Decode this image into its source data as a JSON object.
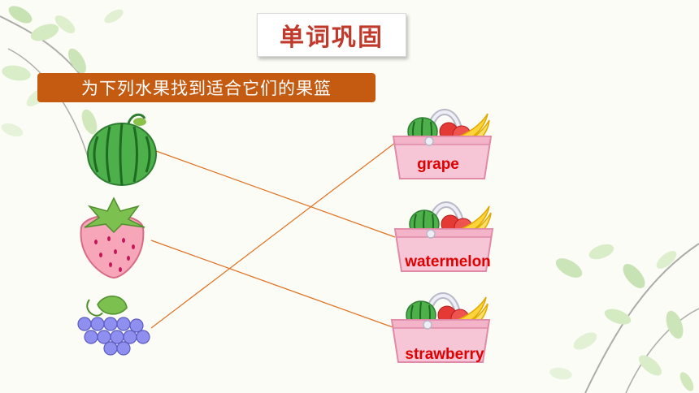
{
  "slide": {
    "title": "单词巩固",
    "instruction": "为下列水果找到适合它们的果篮"
  },
  "baskets": [
    {
      "label": "grape"
    },
    {
      "label": "watermelon"
    },
    {
      "label": "strawberry"
    }
  ],
  "colors": {
    "title_text": "#c0392b",
    "instruction_bg": "#c55a11",
    "word_text": "#e00000",
    "match_line": "#e07020",
    "basket_pink": "#f7c6d6",
    "basket_border": "#e08aa8"
  },
  "icons": {
    "fruits": [
      "watermelon-icon",
      "strawberry-icon",
      "grape-icon"
    ],
    "basket": "fruit-basket-icon"
  }
}
